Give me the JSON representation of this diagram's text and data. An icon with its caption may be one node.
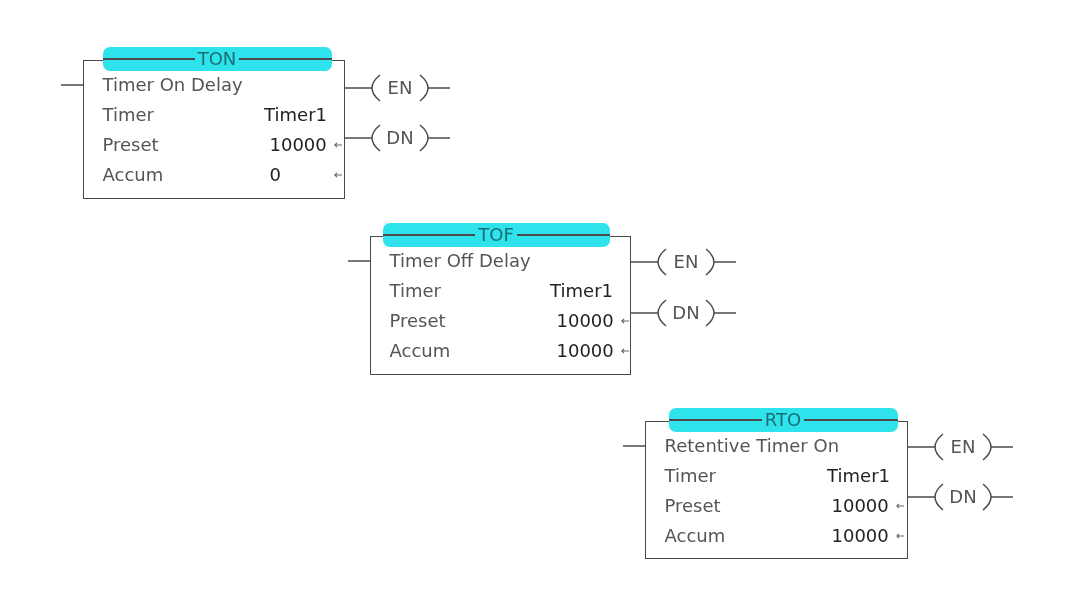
{
  "diagram": {
    "nodes": [
      {
        "text": [
          "TON",
          "Timer On Delay",
          "Timer",
          "Timer1",
          "Preset",
          "10000",
          "Accum",
          "0"
        ]
      },
      {
        "text": [
          "EN"
        ]
      },
      {
        "text": [
          "DN"
        ]
      },
      {
        "text": [
          "TOF",
          "Timer Off Delay",
          "Timer",
          "Timer1",
          "Preset",
          "10000",
          "Accum",
          "10000"
        ]
      },
      {
        "text": [
          "EN"
        ]
      },
      {
        "text": [
          "DN"
        ]
      },
      {
        "text": [
          "RTO",
          "Retentive Timer On",
          "Timer",
          "Timer1",
          "Preset",
          "10000",
          "Accum",
          "10000"
        ]
      },
      {
        "text": [
          "EN"
        ]
      },
      {
        "text": [
          "DN"
        ]
      }
    ],
    "edges": [
      {
        "from": null,
        "to": 0,
        "arrow": "none"
      },
      {
        "from": 0,
        "to": 1,
        "arrow": "none"
      },
      {
        "from": 1,
        "to": null,
        "arrow": "none"
      },
      {
        "from": 0,
        "to": 2,
        "arrow": "none"
      },
      {
        "from": 2,
        "to": null,
        "arrow": "none"
      },
      {
        "from": null,
        "to": 3,
        "arrow": "none"
      },
      {
        "from": 3,
        "to": 4,
        "arrow": "none"
      },
      {
        "from": 4,
        "to": null,
        "arrow": "none"
      },
      {
        "from": 3,
        "to": 5,
        "arrow": "none"
      },
      {
        "from": 5,
        "to": null,
        "arrow": "none"
      },
      {
        "from": null,
        "to": 6,
        "arrow": "none"
      },
      {
        "from": 6,
        "to": 7,
        "arrow": "none"
      },
      {
        "from": 7,
        "to": null,
        "arrow": "none"
      },
      {
        "from": 6,
        "to": 8,
        "arrow": "none"
      },
      {
        "from": 8,
        "to": null,
        "arrow": "none"
      }
    ]
  }
}
